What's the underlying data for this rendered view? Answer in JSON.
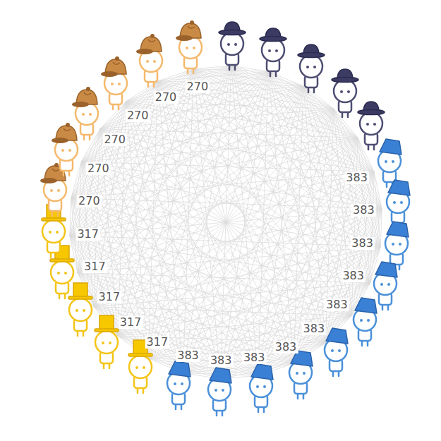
{
  "diagram": {
    "labels": [
      "383",
      "383",
      "383",
      "383",
      "383",
      "383",
      "383",
      "383",
      "383",
      "383",
      "317",
      "317",
      "317",
      "317",
      "317",
      "270",
      "270",
      "270",
      "270",
      "270",
      "270"
    ]
  }
}
